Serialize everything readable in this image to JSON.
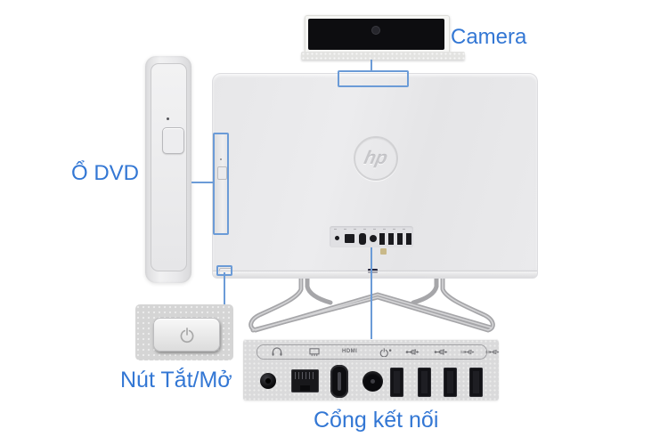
{
  "labels": {
    "camera": "Camera",
    "dvd": "Ổ DVD",
    "power": "Nút Tắt/Mở",
    "ports": "Cổng kết nối"
  },
  "device": {
    "brand": "hp"
  },
  "colors": {
    "label_text": "#3377d4",
    "callout_blue": "#6b9bd7",
    "camera_black": "#0d0d10",
    "port_black": "#121216",
    "body_gray": "#e9e9eb"
  },
  "ports_panel": {
    "hdmi_text": "HDMI",
    "icons": [
      "headphone-icon",
      "ethernet-icon",
      "hdmi-label",
      "power-icon",
      "usb-icon",
      "usb-icon",
      "usb-ss-icon",
      "usb-ss-icon"
    ],
    "ports": [
      "audio-jack",
      "ethernet-port",
      "hdmi-port",
      "power-jack",
      "usb-port",
      "usb-port",
      "usb-port",
      "usb-port"
    ]
  }
}
